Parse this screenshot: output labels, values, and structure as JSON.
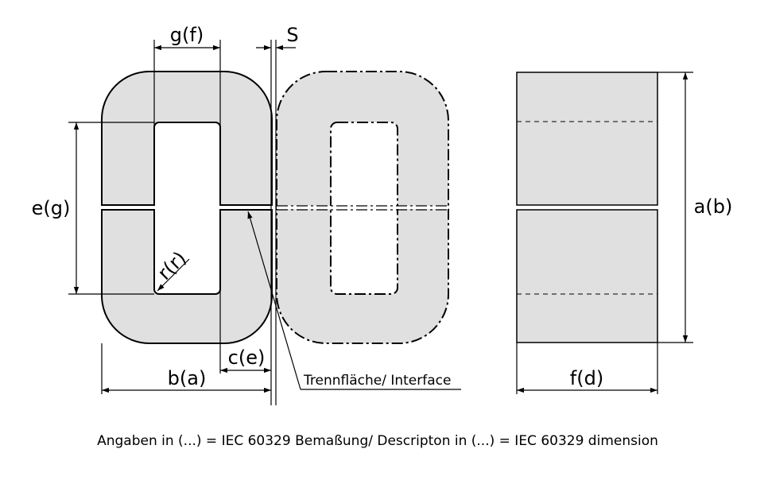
{
  "labels": {
    "g_f": "g(f)",
    "s": "S",
    "e_g": "e(g)",
    "r_r": "r(r)",
    "c_e": "c(e)",
    "b_a": "b(a)",
    "interface": "Trennfläche/ Interface",
    "a_b": "a(b)",
    "f_d": "f(d)"
  },
  "caption": "Angaben in (...) = IEC 60329 Bemaßung/ Descripton in (...) = IEC 60329 dimension"
}
